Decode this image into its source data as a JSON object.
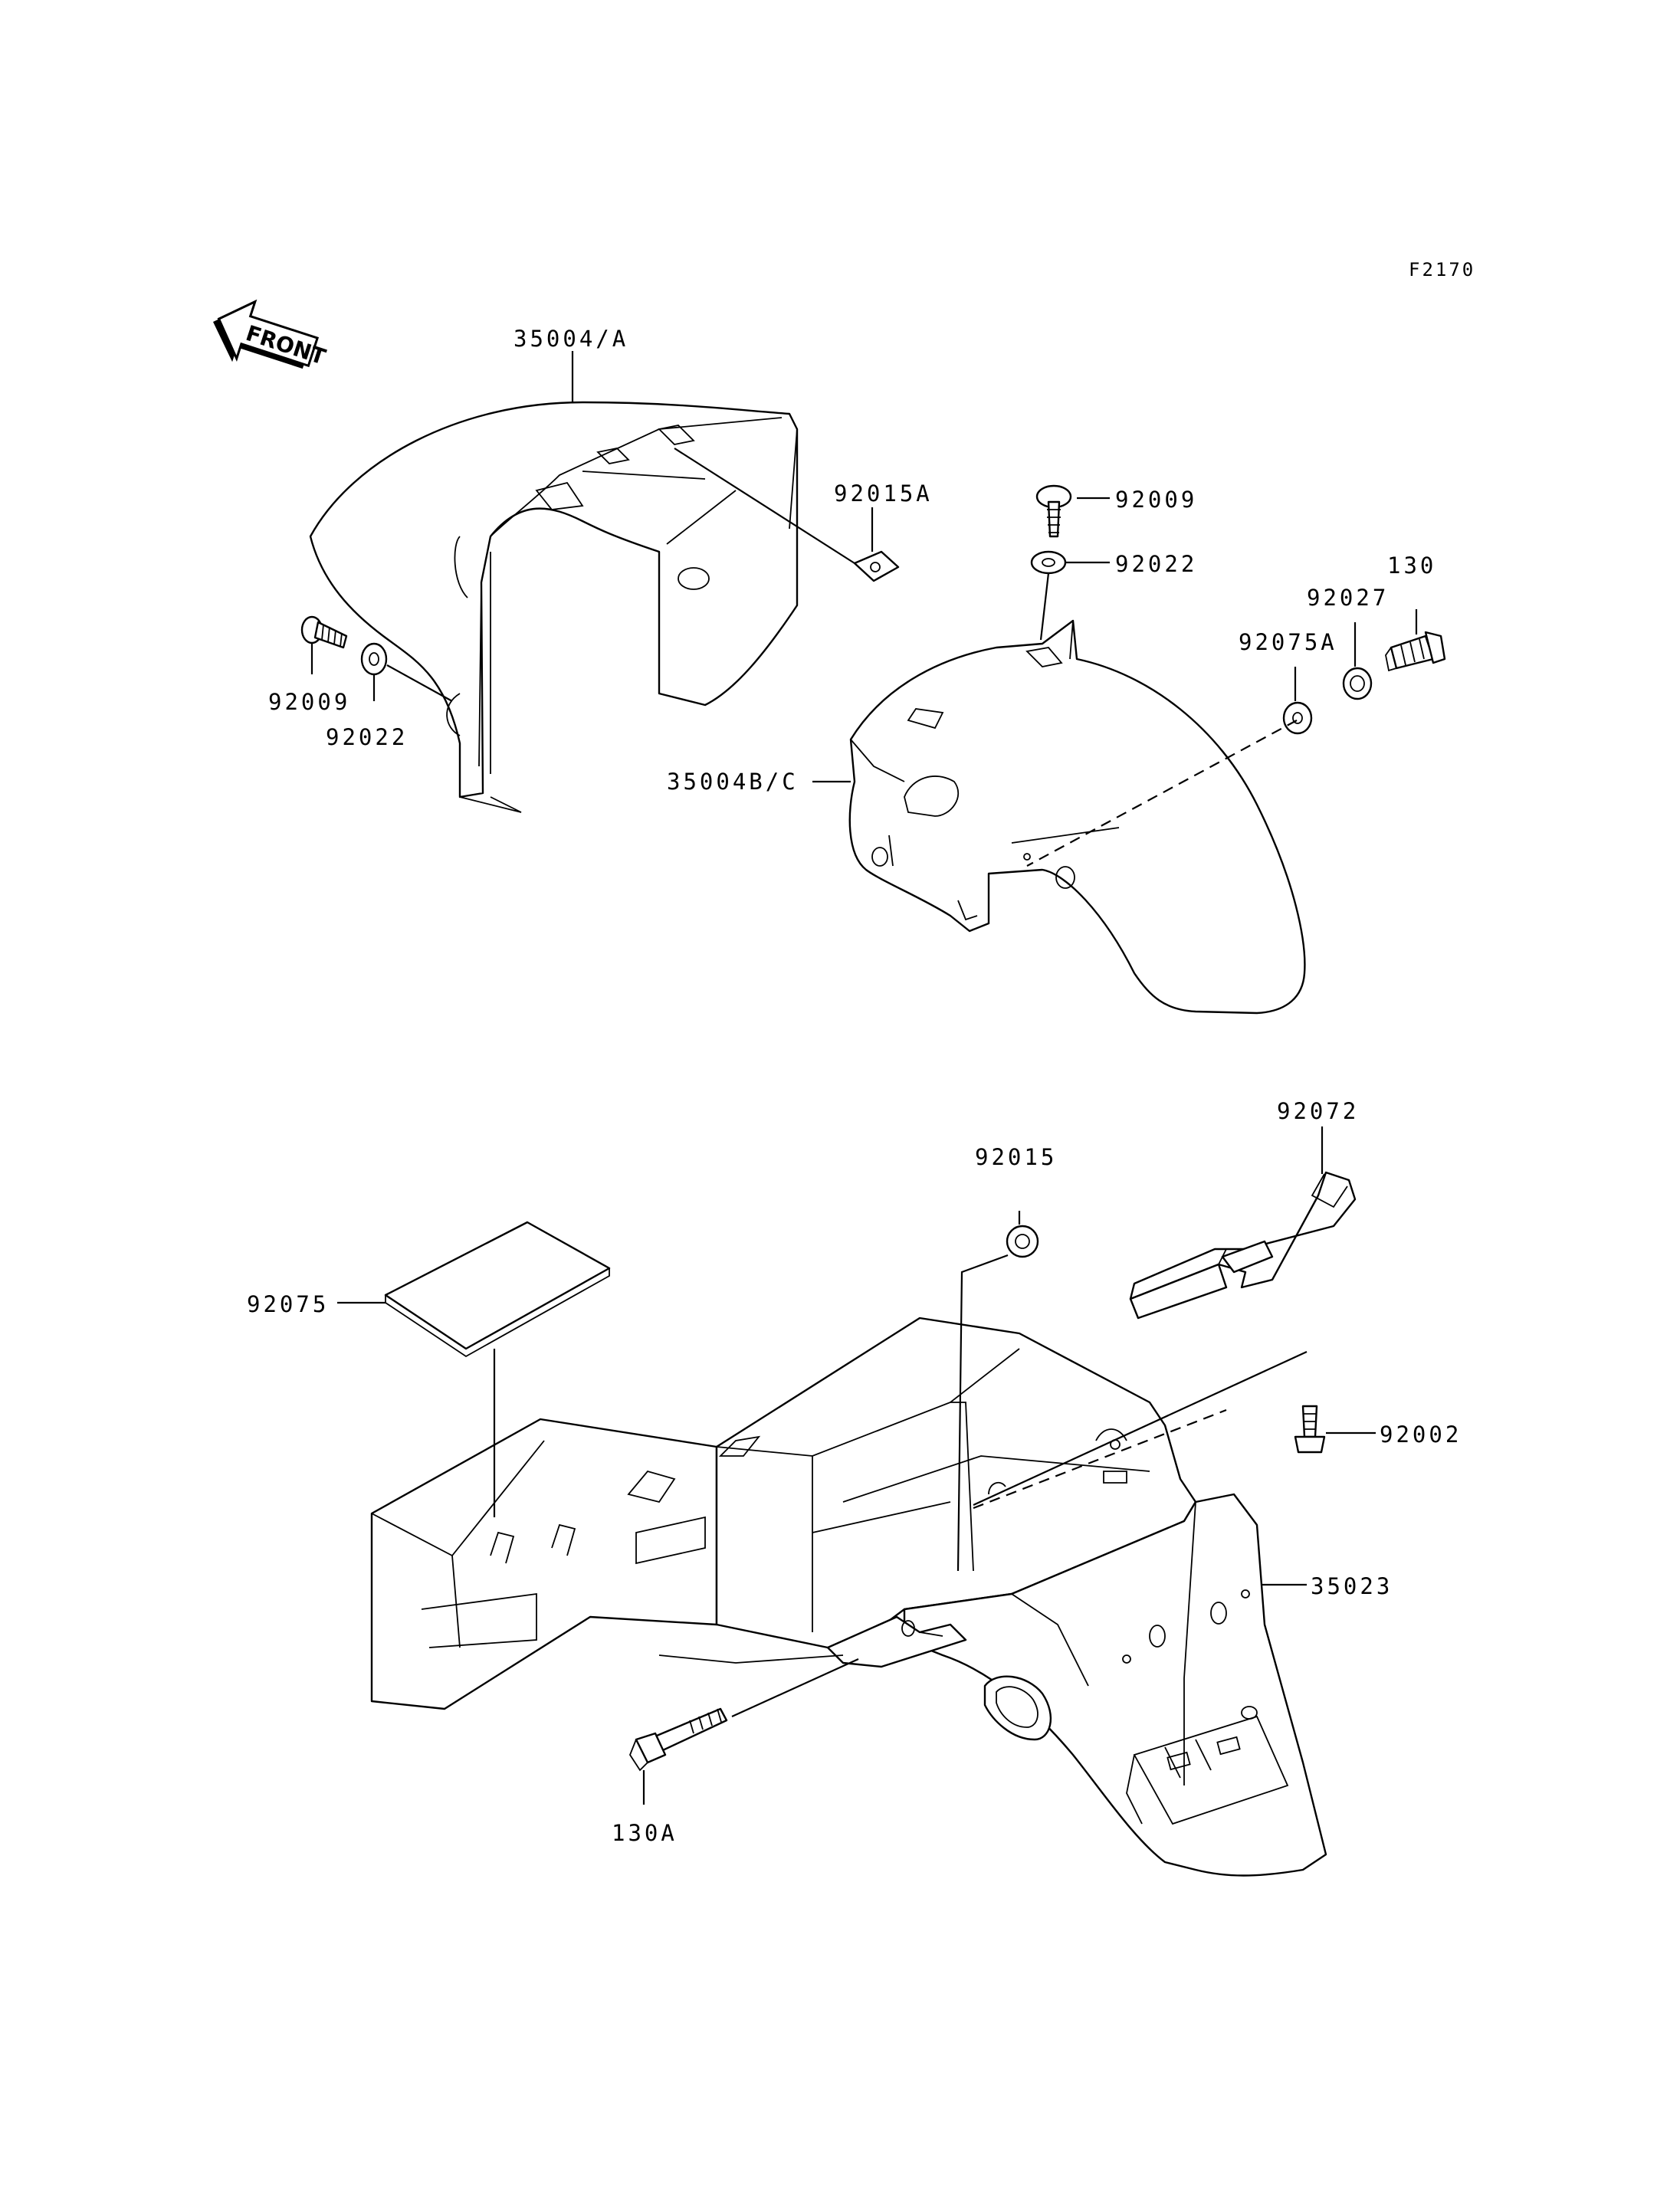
{
  "figure_code": "F2170",
  "front_label": "FRONT",
  "callouts": {
    "p35004a": "35004/A",
    "p92015a": "92015A",
    "p92009_top": "92009",
    "p92022_top": "92022",
    "p130": "130",
    "p92027": "92027",
    "p92075a": "92075A",
    "p92009_left": "92009",
    "p92022_left": "92022",
    "p35004bc": "35004B/C",
    "p92072": "92072",
    "p92015": "92015",
    "p92075": "92075",
    "p92002": "92002",
    "p35023": "35023",
    "p130a": "130A"
  }
}
